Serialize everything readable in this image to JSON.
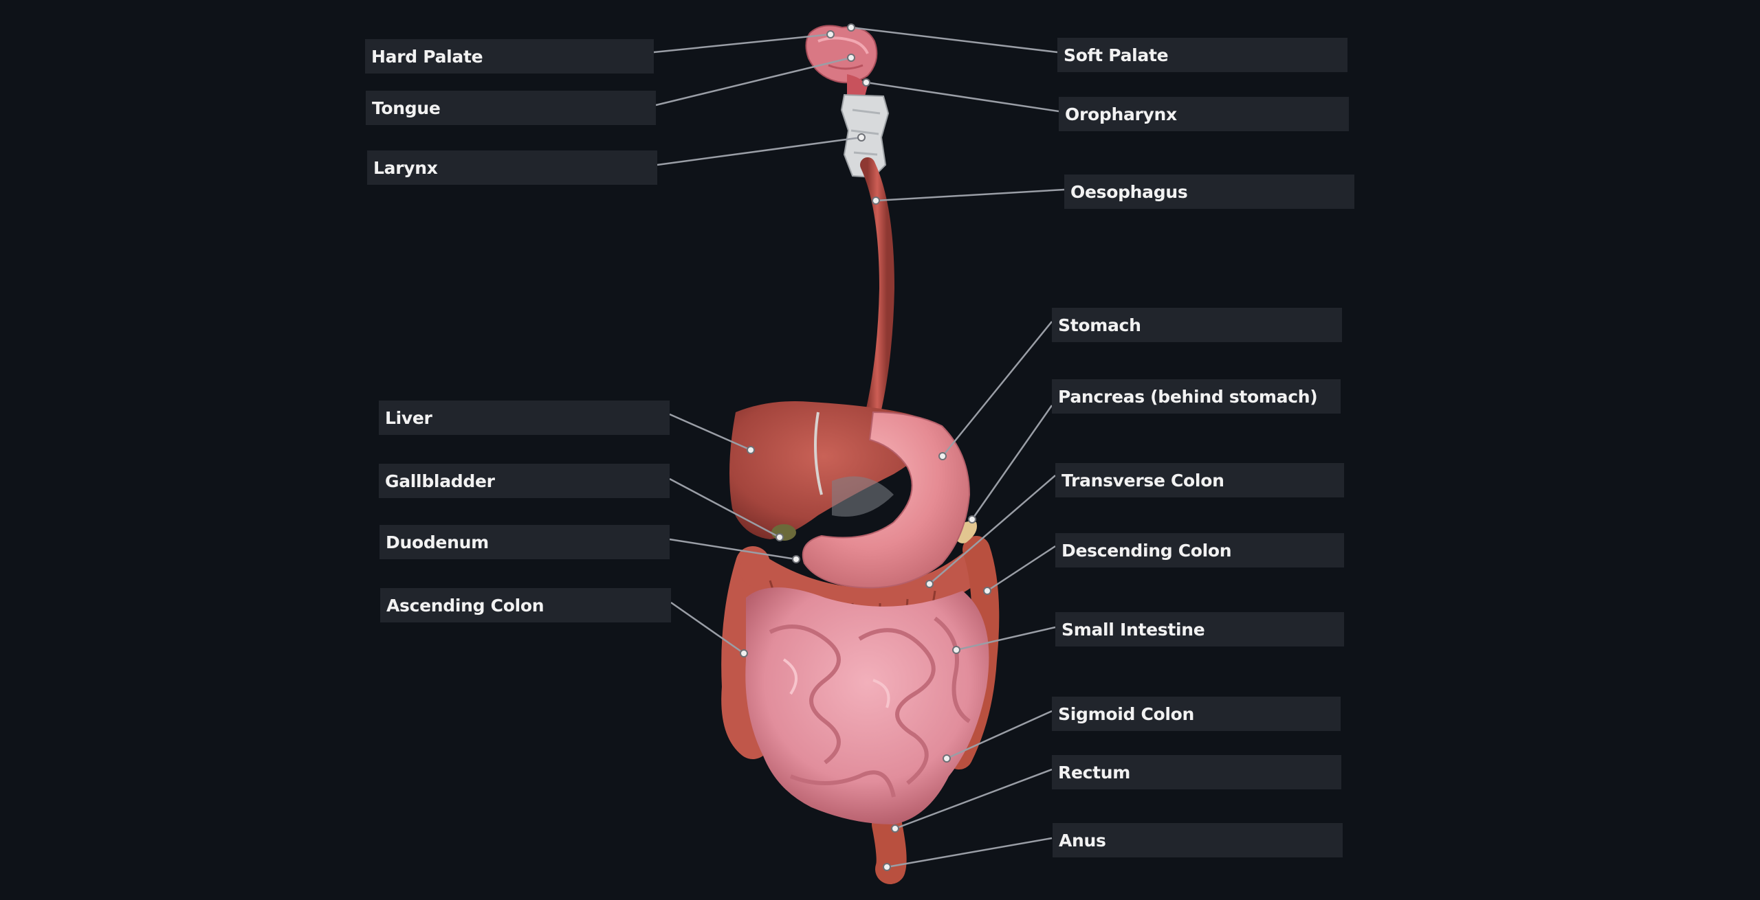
{
  "labels": {
    "hard_palate": "Hard Palate",
    "tongue": "Tongue",
    "larynx": "Larynx",
    "liver": "Liver",
    "gallbladder": "Gallbladder",
    "duodenum": "Duodenum",
    "ascending_colon": "Ascending Colon",
    "soft_palate": "Soft Palate",
    "oropharynx": "Oropharynx",
    "oesophagus": "Oesophagus",
    "stomach": "Stomach",
    "pancreas": "Pancreas (behind stomach)",
    "transverse_colon": "Transverse Colon",
    "descending_colon": "Descending Colon",
    "small_intestine": "Small Intestine",
    "sigmoid_colon": "Sigmoid Colon",
    "rectum": "Rectum",
    "anus": "Anus"
  },
  "colors": {
    "background": "#0e1218",
    "label_box": "#21252c",
    "label_text": "#f2f2f2",
    "leader_line": "#9a9ea6",
    "organ_red": "#b8524a",
    "organ_pink": "#e99aa6",
    "colon": "#c0574a",
    "stomach": "#e58b93",
    "cartilage": "#d8dadc"
  }
}
